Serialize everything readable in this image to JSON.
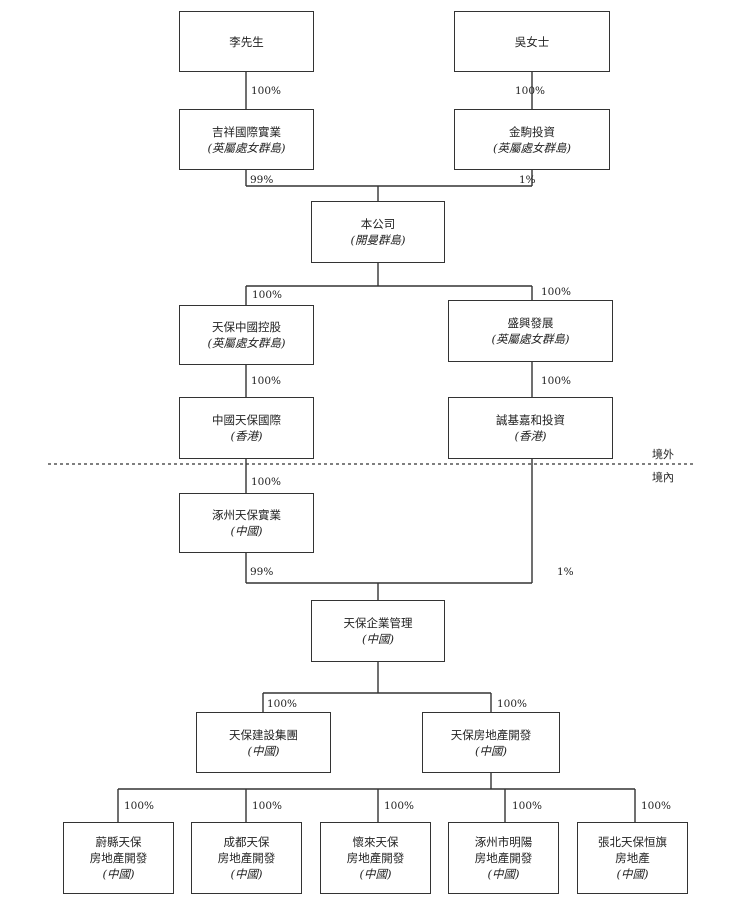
{
  "zones": {
    "offshore": "境外",
    "onshore": "境內"
  },
  "entities": {
    "mr_li": {
      "name": "李先生"
    },
    "ms_wu": {
      "name": "吳女士"
    },
    "jixiang": {
      "name": "吉祥國際實業",
      "place": "(英屬處女群島)"
    },
    "jinju": {
      "name": "金駒投資",
      "place": "(英屬處女群島)"
    },
    "company": {
      "name": "本公司",
      "place": "(開曼群島)"
    },
    "tianbao_china": {
      "name": "天保中國控股",
      "place": "(英屬處女群島)"
    },
    "shengxing": {
      "name": "盛興發展",
      "place": "(英屬處女群島)"
    },
    "cn_tianbao_intl": {
      "name": "中國天保國際",
      "place": "(香港)"
    },
    "chengjijiahe": {
      "name": "誠基嘉和投資",
      "place": "(香港)"
    },
    "zhuozhou_tianbao": {
      "name": "涿州天保實業",
      "place": "(中國)"
    },
    "tianbao_mgmt": {
      "name": "天保企業管理",
      "place": "(中國)"
    },
    "tianbao_construction": {
      "name": "天保建設集團",
      "place": "(中國)"
    },
    "tianbao_realestate": {
      "name": "天保房地產開發",
      "place": "(中國)"
    },
    "weixian": {
      "line1": "蔚縣天保",
      "line2": "房地產開發",
      "place": "(中國)"
    },
    "chengdu": {
      "line1": "成都天保",
      "line2": "房地產開發",
      "place": "(中國)"
    },
    "huailai": {
      "line1": "懷來天保",
      "line2": "房地產開發",
      "place": "(中國)"
    },
    "zhuozhou_mingyang": {
      "line1": "涿州市明陽",
      "line2": "房地產開發",
      "place": "(中國)"
    },
    "zhangbei": {
      "line1": "張北天保恒旗",
      "line2": "房地產",
      "place": "(中國)"
    }
  },
  "ownership": {
    "li_jixiang": "100%",
    "wu_jinju": "100%",
    "jixiang_company": "99%",
    "jinju_company": "1%",
    "company_tianbao_china": "100%",
    "company_shengxing": "100%",
    "tianbao_china_cn_intl": "100%",
    "shengxing_chengji": "100%",
    "cn_intl_zhuozhou": "100%",
    "zhuozhou_mgmt": "99%",
    "chengji_mgmt": "1%",
    "mgmt_construction": "100%",
    "mgmt_realestate": "100%",
    "re_weixian": "100%",
    "re_chengdu": "100%",
    "re_huailai": "100%",
    "re_mingyang": "100%",
    "re_zhangbei": "100%"
  }
}
